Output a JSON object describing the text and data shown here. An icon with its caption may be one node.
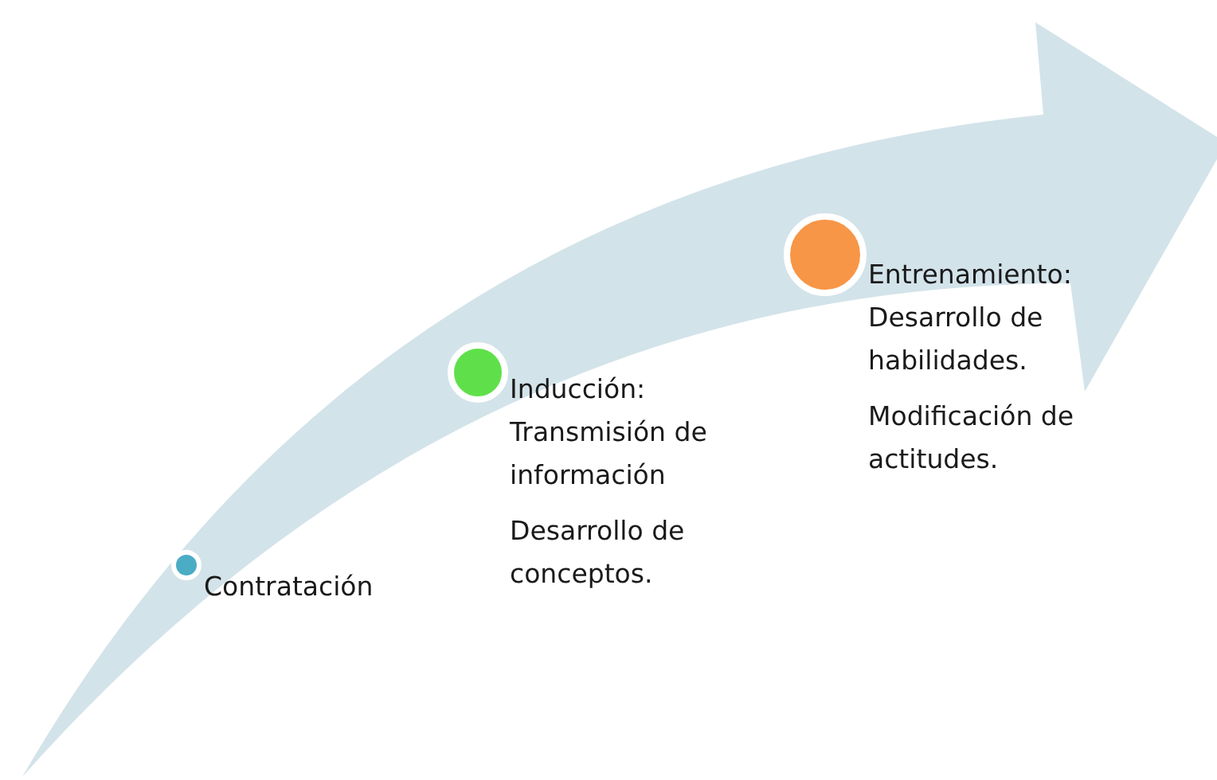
{
  "diagram": {
    "nodes": [
      {
        "text": [
          "Contratación"
        ]
      },
      {
        "text": [
          "Inducción: Transmisión de información",
          "Desarrollo de conceptos."
        ]
      },
      {
        "text": [
          "Entrenamiento: Desarrollo de habilidades.",
          "Modificación de actitudes."
        ]
      }
    ]
  }
}
